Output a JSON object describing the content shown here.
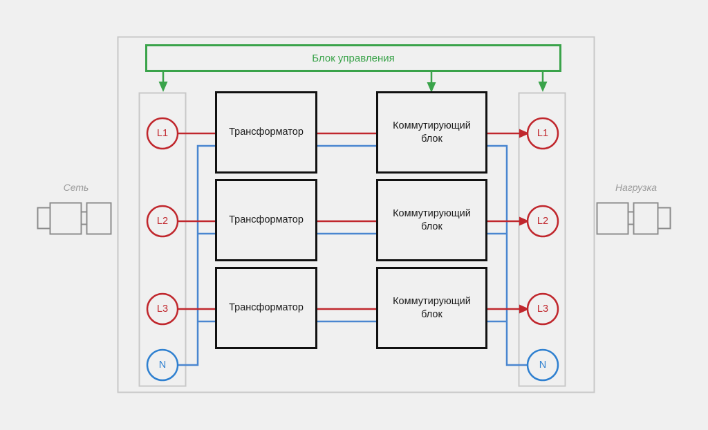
{
  "diagram": {
    "title_visible": false,
    "background_color": "#f0f0f0",
    "control_block": {
      "label": "Блок управления",
      "color": "#3aa34a"
    },
    "side_labels": {
      "input": "Сеть",
      "output": "Нагрузка",
      "color": "#9a9a9a"
    },
    "colors": {
      "phase_red": "#c0272d",
      "neutral_blue": "#2f80d0",
      "block_black": "#111111",
      "panel_gray": "#c8c8c8",
      "control_green": "#3aa34a"
    },
    "input_terminals": [
      {
        "label": "L1",
        "type": "phase"
      },
      {
        "label": "L2",
        "type": "phase"
      },
      {
        "label": "L3",
        "type": "phase"
      },
      {
        "label": "N",
        "type": "neutral"
      }
    ],
    "output_terminals": [
      {
        "label": "L1",
        "type": "phase"
      },
      {
        "label": "L2",
        "type": "phase"
      },
      {
        "label": "L3",
        "type": "phase"
      },
      {
        "label": "N",
        "type": "neutral"
      }
    ],
    "rows": [
      {
        "transformer": "Трансформатор",
        "switch_line1": "Коммутирующий",
        "switch_line2": "блок"
      },
      {
        "transformer": "Трансформатор",
        "switch_line1": "Коммутирующий",
        "switch_line2": "блок"
      },
      {
        "transformer": "Трансформатор",
        "switch_line1": "Коммутирующий",
        "switch_line2": "блок"
      }
    ]
  }
}
